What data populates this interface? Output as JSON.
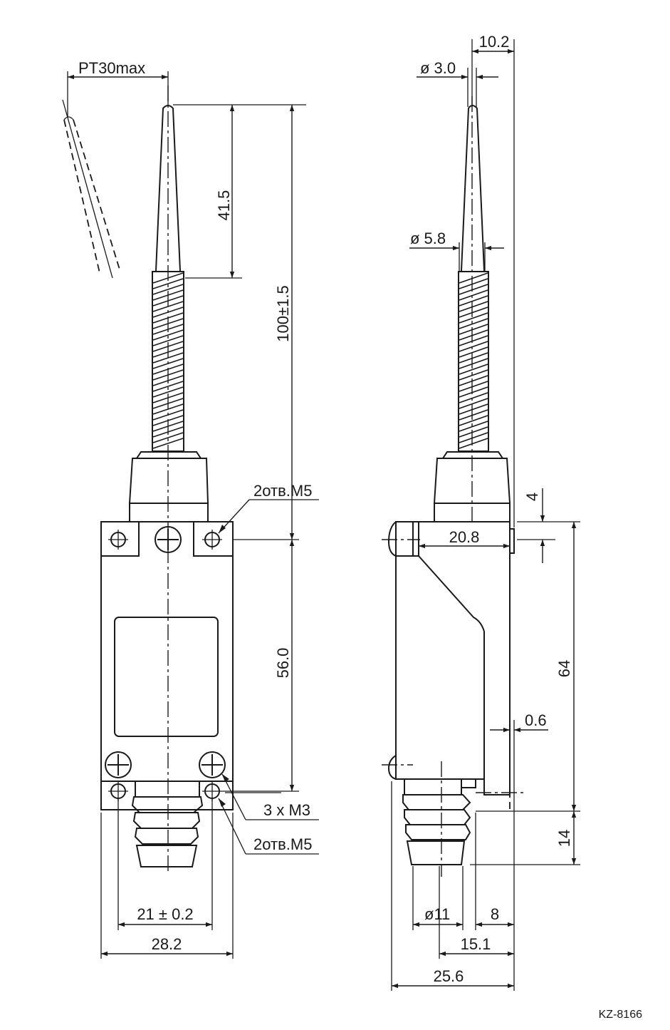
{
  "labels": {
    "pt": "PT30max",
    "d30": "ø 3.0",
    "d58": "ø 5.8",
    "w102": "10.2",
    "h415": "41.5",
    "h100": "100±1.5",
    "h56": "56.0",
    "h4": "4",
    "w208": "20.8",
    "h64": "64",
    "w06": "0.6",
    "h14": "14",
    "holesTop": "2отв.M5",
    "holesM3": "3 x M3",
    "holesBottom": "2отв.M5",
    "w21": "21 ± 0.2",
    "w282": "28.2",
    "d11": "ø11",
    "w8": "8",
    "w151": "15.1",
    "w256": "25.6",
    "code": "KZ-8166"
  }
}
